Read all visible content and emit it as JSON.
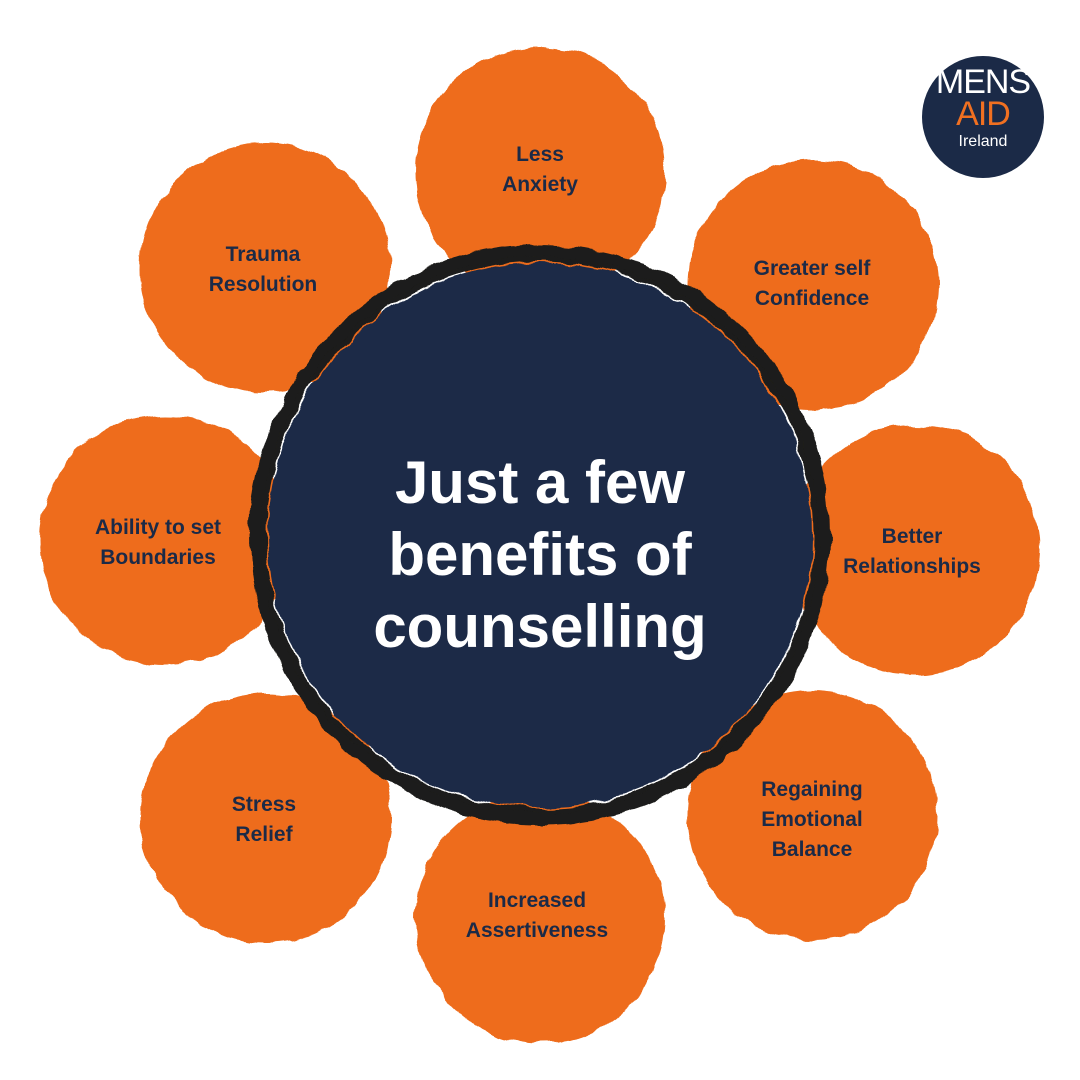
{
  "colors": {
    "orange": "#ee6c1a",
    "navy": "#1b2a47",
    "stroke_dark": "#1d1d1a",
    "logo_orange": "#f07021"
  },
  "center": {
    "title_lines": [
      "Just a few",
      "benefits of",
      "counselling"
    ]
  },
  "benefits": [
    {
      "lines": [
        "Less",
        "Anxiety"
      ]
    },
    {
      "lines": [
        "Greater self",
        "Confidence"
      ]
    },
    {
      "lines": [
        "Better",
        "Relationships"
      ]
    },
    {
      "lines": [
        "Regaining",
        "Emotional",
        "Balance"
      ]
    },
    {
      "lines": [
        "Increased",
        "Assertiveness"
      ]
    },
    {
      "lines": [
        "Stress",
        "Relief"
      ]
    },
    {
      "lines": [
        "Ability to set",
        "Boundaries"
      ]
    },
    {
      "lines": [
        "Trauma",
        "Resolution"
      ]
    }
  ],
  "logo": {
    "line1": "MENS",
    "line2": "AID",
    "line3": "Ireland"
  }
}
